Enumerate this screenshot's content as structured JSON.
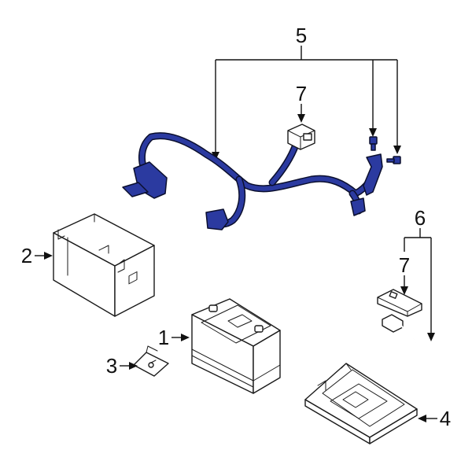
{
  "callouts": {
    "c1": "1",
    "c2": "2",
    "c3": "3",
    "c4": "4",
    "c5": "5",
    "c6": "6",
    "c7_harness": "7",
    "c7_cable": "7"
  },
  "colors": {
    "harness": "#2b3aa0",
    "harness_outline": "#0b0f2e",
    "line_art": "#1a1a1a",
    "background": "#ffffff"
  }
}
